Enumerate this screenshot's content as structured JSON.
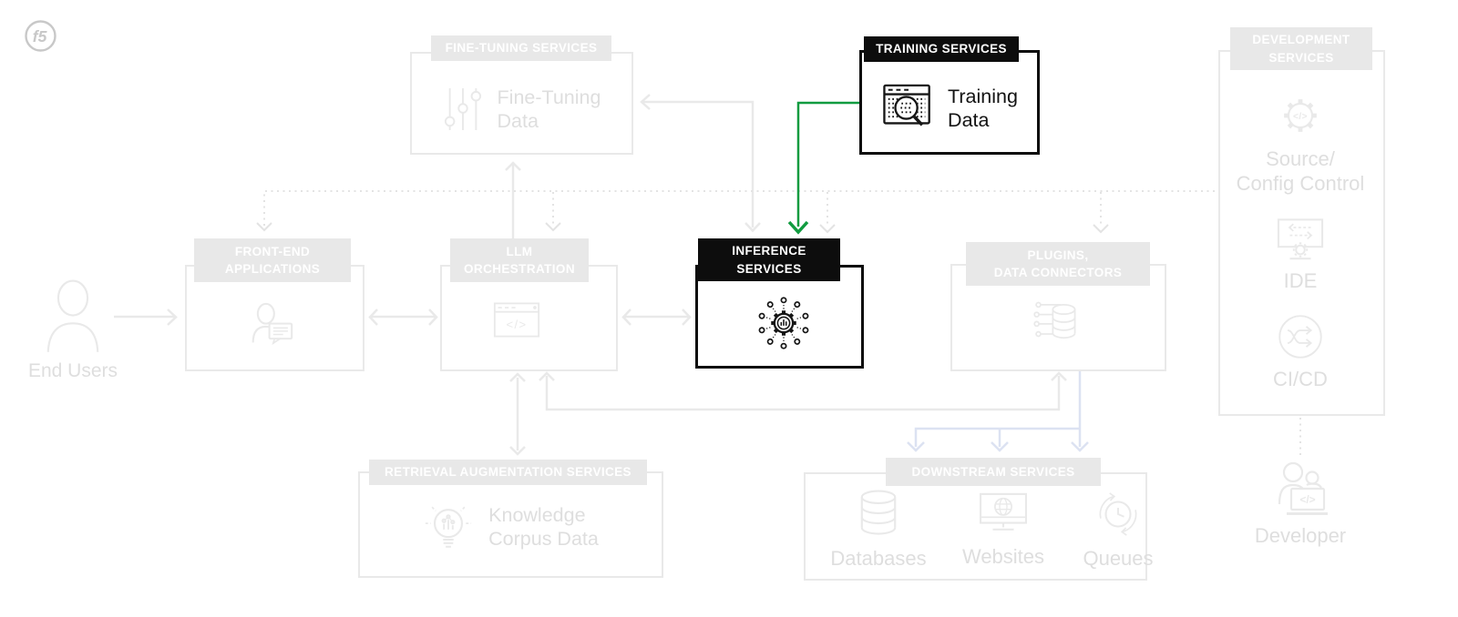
{
  "logo": {
    "text": "f5"
  },
  "colors": {
    "accent_green": "#119b40",
    "active_black": "#0d0d0d",
    "faded_gray": "#e9e9e9",
    "faded_text": "#dedede",
    "lavender_connector": "#dce2f2"
  },
  "nodes": {
    "fine_tuning": {
      "header": "FINE-TUNING SERVICES",
      "label": "Fine-Tuning\nData",
      "icon": "sliders-icon",
      "state": "faded"
    },
    "training": {
      "header": "TRAINING SERVICES",
      "label": "Training\nData",
      "icon": "table-search-icon",
      "state": "active"
    },
    "development": {
      "header": "DEVELOPMENT\nSERVICES",
      "state": "faded",
      "items": [
        {
          "label": "Source/\nConfig Control",
          "icon": "gear-code-icon"
        },
        {
          "label": "IDE",
          "icon": "ide-monitor-icon"
        },
        {
          "label": "CI/CD",
          "icon": "cicd-arrows-icon"
        }
      ]
    },
    "front_end": {
      "header": "FRONT-END\nAPPLICATIONS",
      "icon": "person-chat-icon",
      "state": "faded"
    },
    "llm_orchestration": {
      "header": "LLM\nORCHESTRATION",
      "icon": "code-window-icon",
      "state": "faded"
    },
    "inference": {
      "header": "INFERENCE\nSERVICES",
      "icon": "inference-hub-icon",
      "state": "active"
    },
    "plugins": {
      "header": "PLUGINS,\nDATA CONNECTORS",
      "icon": "data-connector-icon",
      "state": "faded"
    },
    "retrieval": {
      "header": "RETRIEVAL AUGMENTATION SERVICES",
      "label": "Knowledge\nCorpus Data",
      "icon": "bulb-chart-icon",
      "state": "faded"
    },
    "downstream": {
      "header": "DOWNSTREAM SERVICES",
      "state": "faded",
      "items": [
        {
          "label": "Databases",
          "icon": "database-icon"
        },
        {
          "label": "Websites",
          "icon": "website-monitor-icon"
        },
        {
          "label": "Queues",
          "icon": "queue-clock-icon"
        }
      ]
    }
  },
  "actors": {
    "end_users": {
      "label": "End Users",
      "icon": "person-icon"
    },
    "developer": {
      "label": "Developer",
      "icon": "developer-icon"
    }
  }
}
